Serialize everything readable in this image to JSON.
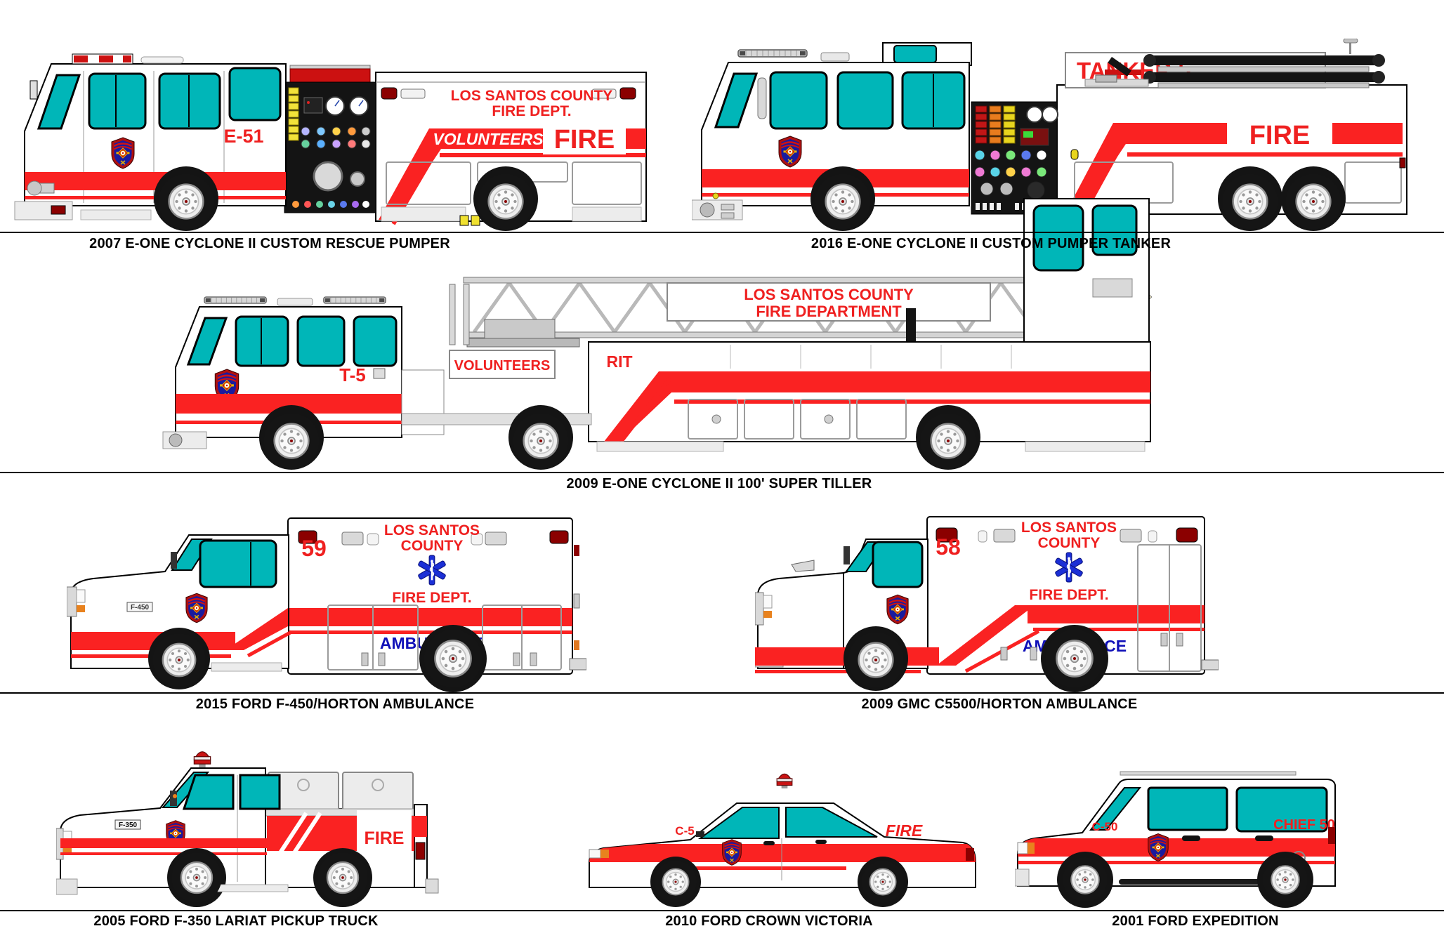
{
  "page": {
    "background": "#ffffff"
  },
  "colors": {
    "body_white": "#ffffff",
    "outline_black": "#000000",
    "window_teal": "#00b6b8",
    "stripe_red": "#fa2222",
    "lettering_red": "#ef2020",
    "marker_dark_red": "#8b0000",
    "ambulance_blue": "#1010b8",
    "star_of_life_blue": "#1b2fd6",
    "badge_shield_blue": "#1a1a9e",
    "badge_border_red": "#b01010",
    "hose_yellow": "#f2e23a",
    "caption_black": "#000000"
  },
  "vehicles": [
    {
      "name": "custom-rescue-pumper",
      "caption": "2007 E-ONE CYCLONE II CUSTOM RESCUE PUMPER",
      "markings": {
        "unit": "E-51",
        "dept1": "LOS SANTOS COUNTY",
        "dept2": "FIRE DEPT.",
        "stripe": "VOLUNTEERS",
        "fire": "FIRE"
      }
    },
    {
      "name": "custom-pumper-tanker",
      "caption": "2016 E-ONE CYCLONE II CUSTOM PUMPER TANKER",
      "markings": {
        "sign": "TANKER 5",
        "fire": "FIRE"
      }
    },
    {
      "name": "super-tiller",
      "caption": "2009 E-ONE CYCLONE II 100' SUPER TILLER",
      "markings": {
        "unit": "T-5",
        "banner1": "LOS SANTOS COUNTY",
        "banner2": "FIRE DEPARTMENT",
        "sign": "VOLUNTEERS",
        "box": "RIT"
      }
    },
    {
      "name": "ford-f450-ambulance",
      "caption": "2015 FORD F-450/HORTON AMBULANCE",
      "markings": {
        "unit": "59",
        "dept1": "LOS SANTOS",
        "dept2": "COUNTY",
        "dept3": "FIRE DEPT.",
        "type": "AMBULANCE",
        "model": "F-450"
      }
    },
    {
      "name": "gmc-c5500-ambulance",
      "caption": "2009 GMC C5500/HORTON AMBULANCE",
      "markings": {
        "unit": "58",
        "dept1": "LOS SANTOS",
        "dept2": "COUNTY",
        "dept3": "FIRE DEPT.",
        "type": "AMBULANCE"
      }
    },
    {
      "name": "ford-f350-pickup",
      "caption": "2005 FORD F-350 LARIAT PICKUP TRUCK",
      "markings": {
        "model": "F-350",
        "fire": "FIRE"
      }
    },
    {
      "name": "ford-crown-victoria",
      "caption": "2010 FORD CROWN VICTORIA",
      "markings": {
        "unit": "C-5",
        "fire": "FIRE"
      }
    },
    {
      "name": "ford-expedition",
      "caption": "2001 FORD EXPEDITION",
      "markings": {
        "unit": "C-50",
        "rear": "CHIEF 50"
      }
    }
  ]
}
